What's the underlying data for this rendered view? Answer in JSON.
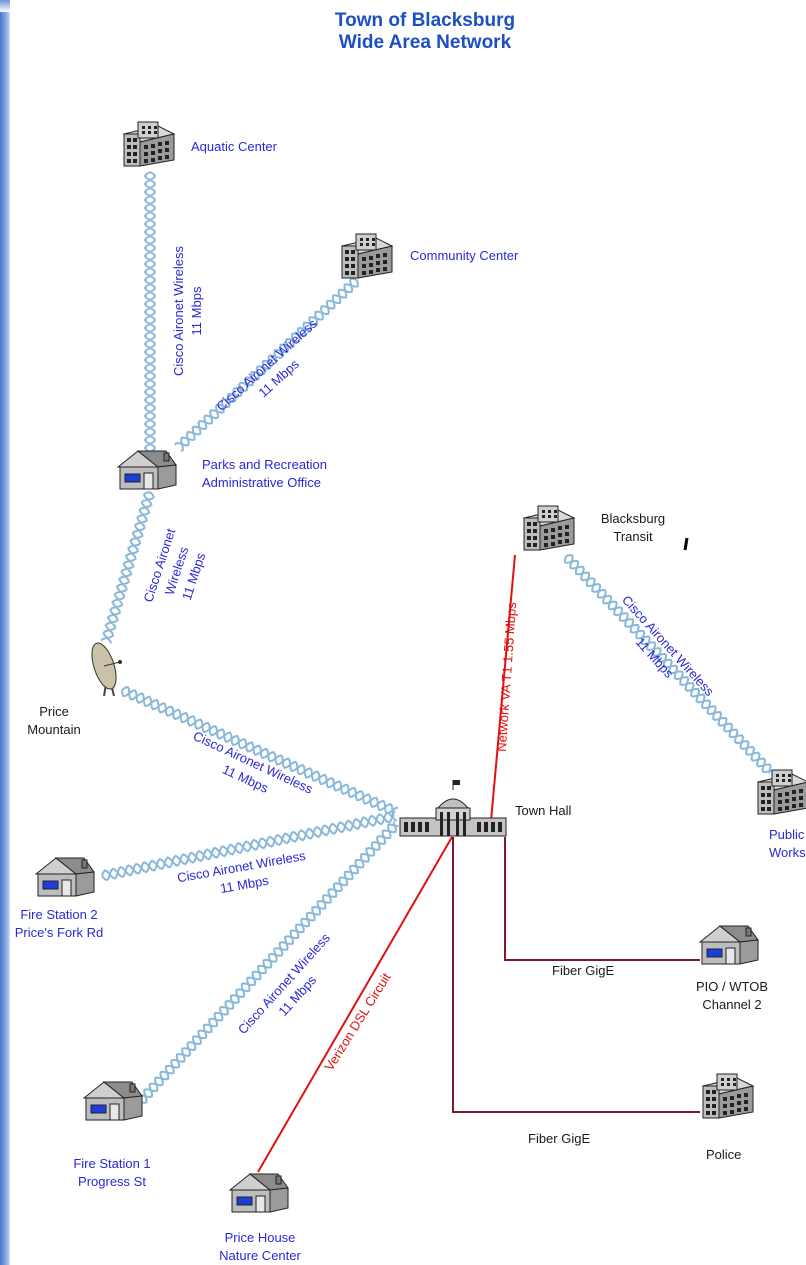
{
  "title": {
    "line1": "Town of Blacksburg",
    "line2": "Wide Area Network"
  },
  "sites": {
    "aquatic": "Aquatic Center",
    "community": "Community Center",
    "parks_line1": "Parks and Recreation",
    "parks_line2": "Administrative Office",
    "transit_line1": "Blacksburg",
    "transit_line2": "Transit",
    "price_mtn_line1": "Price",
    "price_mtn_line2": "Mountain",
    "town_hall": "Town Hall",
    "public_works_line1": "Public",
    "public_works_line2": "Works",
    "fs2_line1": "Fire Station 2",
    "fs2_line2": "Price's Fork Rd",
    "pio_line1": "PIO / WTOB",
    "pio_line2": "Channel 2",
    "fs1_line1": "Fire Station 1",
    "fs1_line2": "Progress St",
    "police": "Police",
    "nature_line1": "Price House",
    "nature_line2": "Nature Center"
  },
  "links": {
    "wireless": "Cisco Aironet Wireless",
    "wireless_short": "Cisco Aironet",
    "wireless_word": "Wireless",
    "speed": "11 Mbps",
    "t1": "Network VA T1 1.55 Mbps",
    "fiber": "Fiber GigE",
    "dsl": "Verizon DSL Circuit"
  },
  "colors": {
    "site_label": "#2a28d8",
    "wireless_link": "#8ab8d8",
    "t1_link": "#e01010",
    "fiber_link": "#7a1a2a",
    "dsl_link": "#e01010"
  },
  "icons": {
    "office_building": "building-icon",
    "house": "house-icon",
    "satellite_dish": "satellite-dish-icon",
    "capitol": "town-hall-icon"
  }
}
